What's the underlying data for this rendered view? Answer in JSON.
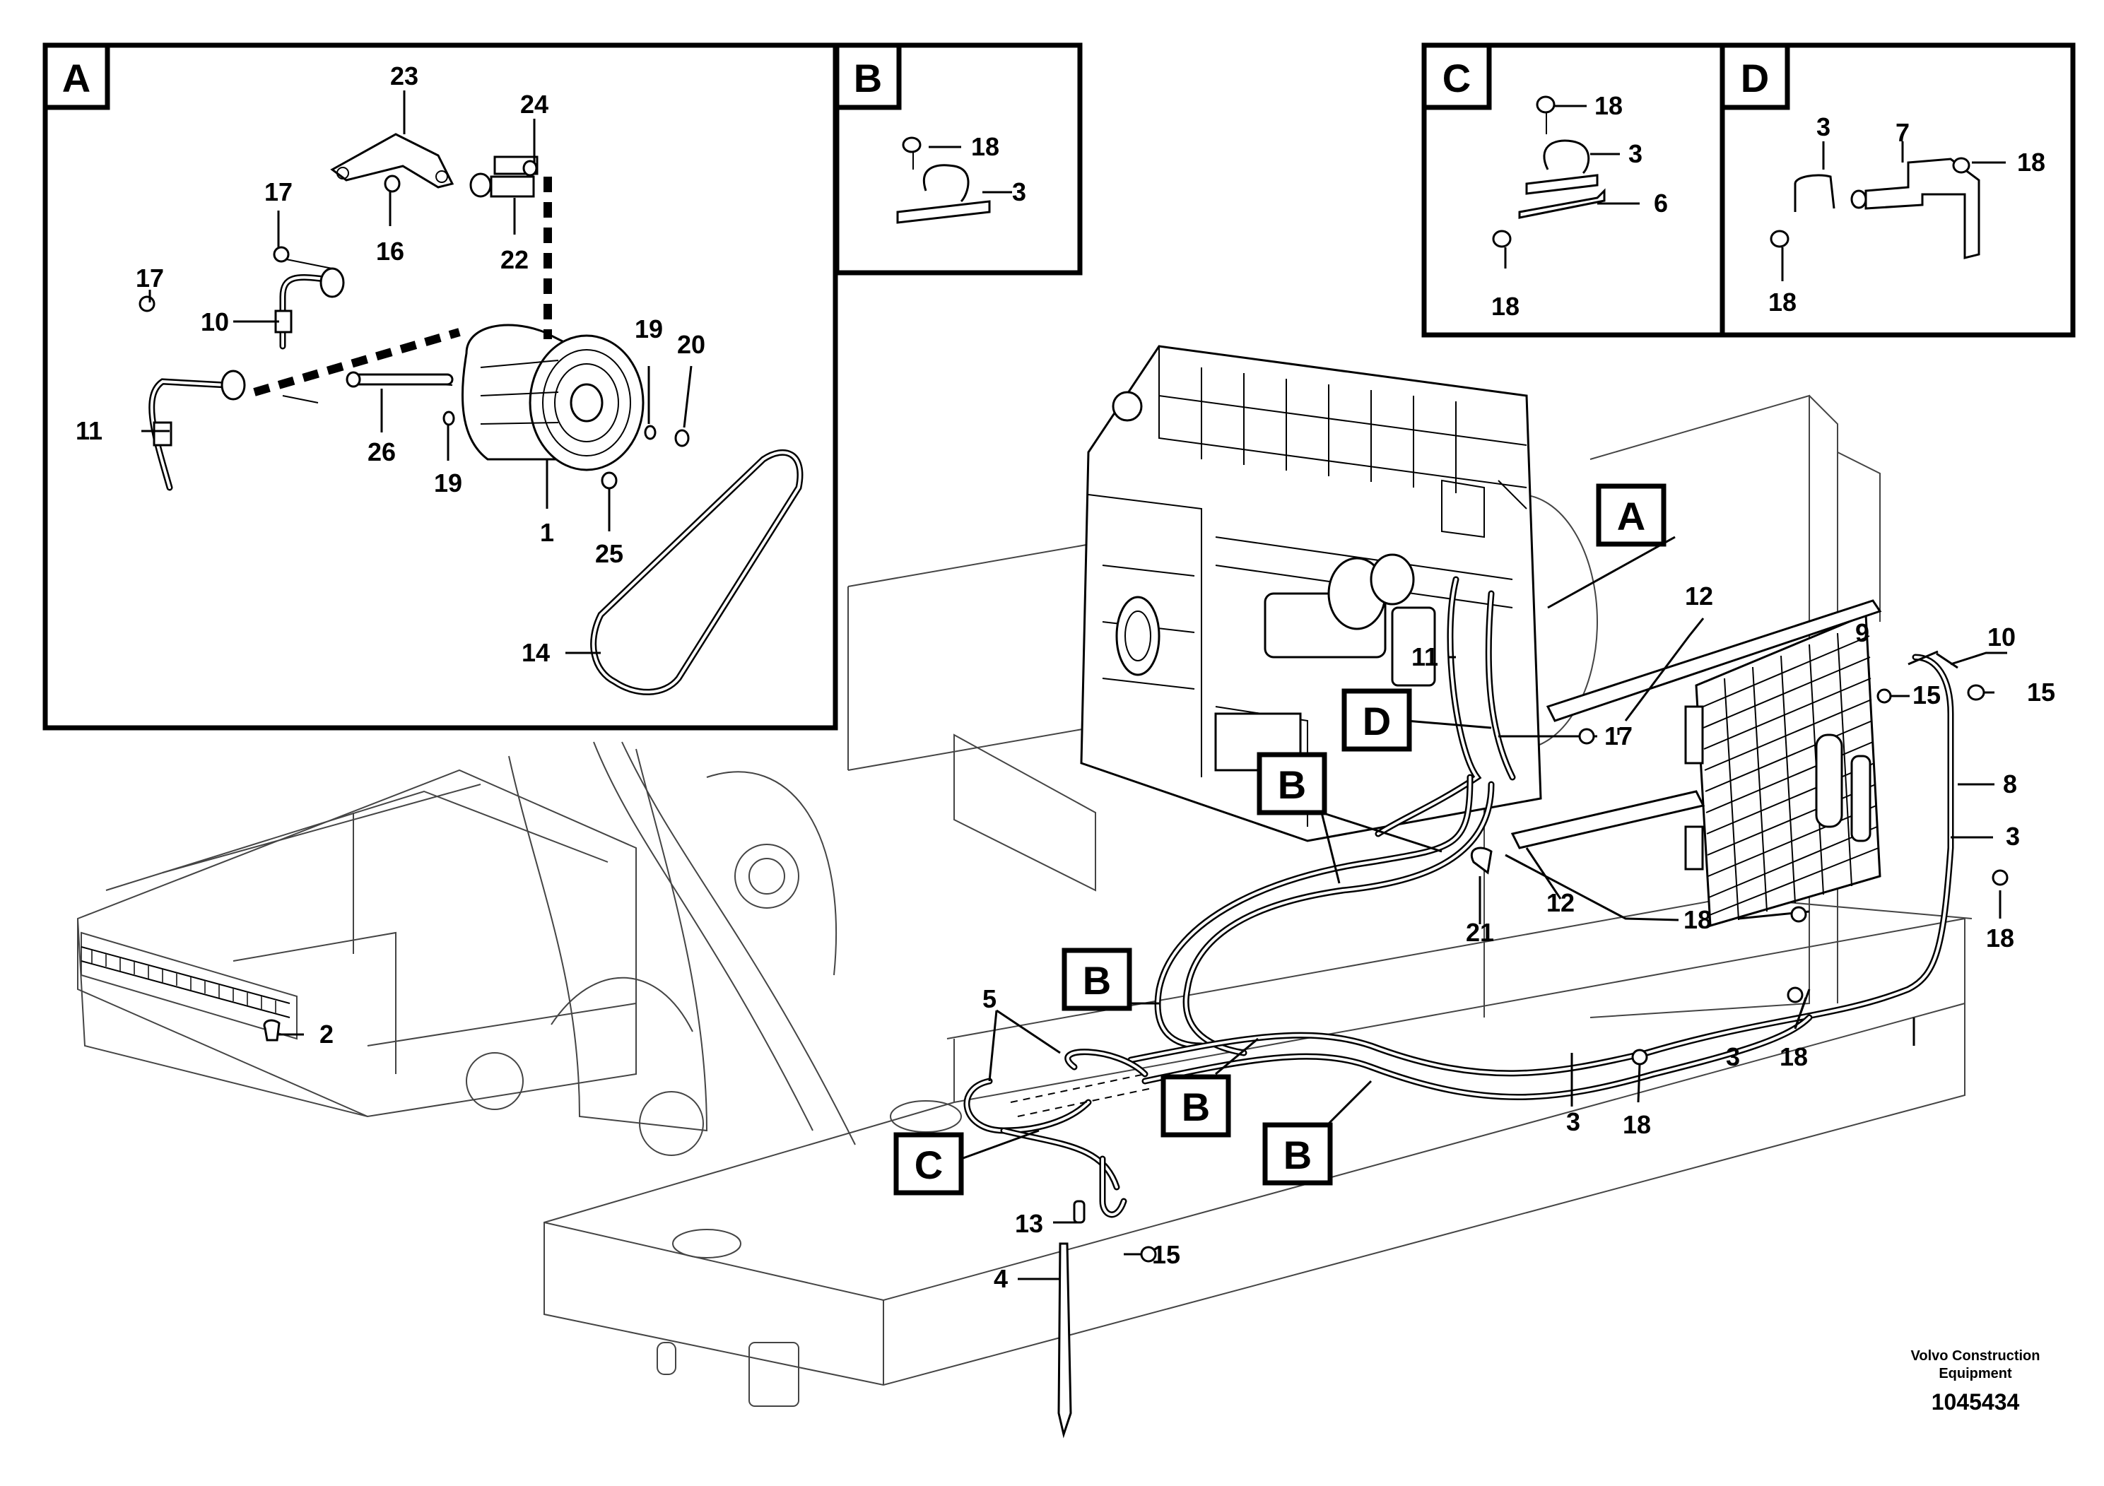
{
  "diagram": {
    "panel_tags": {
      "a": "A",
      "b": "B",
      "c": "C",
      "d": "D"
    },
    "callout_tags": {
      "a": "A",
      "b": "B",
      "c": "C",
      "d": "D"
    },
    "part_numbers": {
      "p1": "1",
      "p2": "2",
      "p3": "3",
      "p4": "4",
      "p5": "5",
      "p6": "6",
      "p7": "7",
      "p8": "8",
      "p9": "9",
      "p10": "10",
      "p11": "11",
      "p12": "12",
      "p13": "13",
      "p14": "14",
      "p15": "15",
      "p16": "16",
      "p17": "17",
      "p18": "18",
      "p19": "19",
      "p20": "20",
      "p21": "21",
      "p22": "22",
      "p23": "23",
      "p24": "24",
      "p25": "25",
      "p26": "26"
    }
  },
  "footer": {
    "manufacturer_line1": "Volvo Construction",
    "manufacturer_line2": "Equipment",
    "drawing_number": "1045434"
  }
}
